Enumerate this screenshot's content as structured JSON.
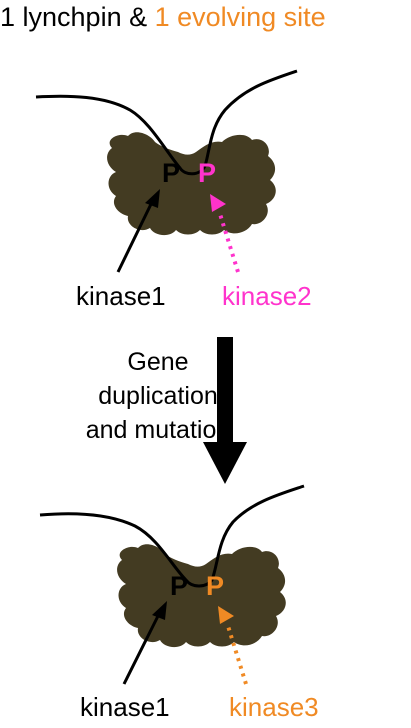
{
  "title": {
    "part1": "1 lynchpin & ",
    "part2": "1 evolving site"
  },
  "colors": {
    "ink": "#000000",
    "evolving": "#f08a24",
    "kinase2": "#ff33cc",
    "kinase3": "#f08a24",
    "protein": "#433b22"
  },
  "top_panel": {
    "site_lynchpin": "P",
    "site_evolving": "P",
    "kinase_left": "kinase1",
    "kinase_right": "kinase2"
  },
  "middle": {
    "line1": "Gene",
    "line2": "duplication",
    "line3": "and mutation"
  },
  "bottom_panel": {
    "site_lynchpin": "P",
    "site_evolving": "P",
    "kinase_left": "kinase1",
    "kinase_right": "kinase3"
  }
}
